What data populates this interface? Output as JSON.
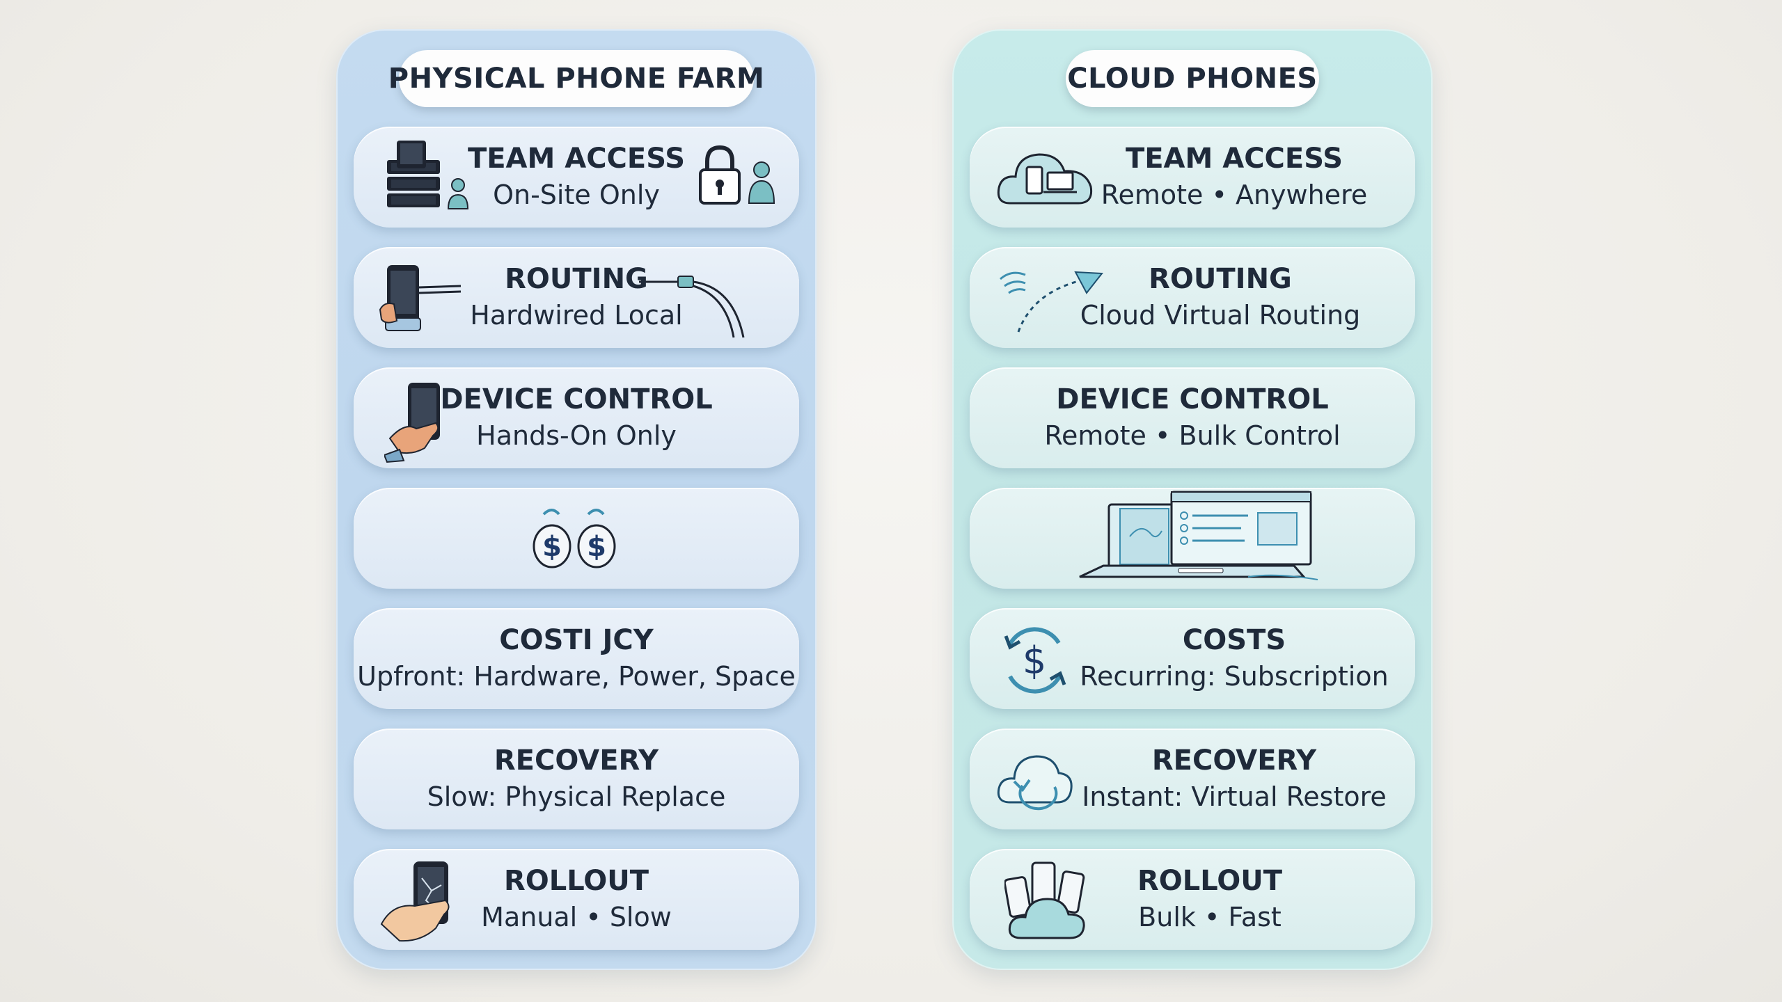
{
  "left": {
    "title": "PHYSICAL PHONE FARM",
    "rows": [
      {
        "title": "TEAM ACCESS",
        "sub": "On-Site Only"
      },
      {
        "title": "ROUTING",
        "sub": "Hardwired Local"
      },
      {
        "title": "DEVICE CONTROL",
        "sub": "Hands-On Only"
      },
      {
        "title": "",
        "sub": ""
      },
      {
        "title": "COSTI JCY",
        "sub": "Upfront: Hardware, Power, Space"
      },
      {
        "title": "RECOVERY",
        "sub": "Slow: Physical Replace"
      },
      {
        "title": "ROLLOUT",
        "sub": "Manual • Slow"
      }
    ]
  },
  "right": {
    "title": "CLOUD PHONES",
    "rows": [
      {
        "title": "TEAM ACCESS",
        "sub": "Remote • Anywhere"
      },
      {
        "title": "ROUTING",
        "sub": "Cloud Virtual Routing"
      },
      {
        "title": "DEVICE CONTROL",
        "sub": "Remote • Bulk Control"
      },
      {
        "title": "",
        "sub": ""
      },
      {
        "title": "COSTS",
        "sub": "Recurring: Subscription"
      },
      {
        "title": "RECOVERY",
        "sub": "Instant: Virtual Restore"
      },
      {
        "title": "ROLLOUT",
        "sub": "Bulk • Fast"
      }
    ]
  },
  "icons": {
    "left": [
      "server-stack-icon",
      "user-icon",
      "padlock-icon",
      "user-icon",
      "phone-in-hand-icon",
      "cable-icon",
      "phone-in-hand-icon",
      "money-bag-icon",
      "money-bag-icon",
      "cracked-phone-icon"
    ],
    "right": [
      "cloud-devices-icon",
      "wireless-routing-icon",
      "laptop-dashboard-icon",
      "dollar-refresh-icon",
      "cloud-restore-icon",
      "phones-cloud-icon"
    ]
  },
  "colors": {
    "left_column": "#c4dbf0",
    "right_column": "#c7ebea",
    "text": "#1f2a3a",
    "accent": "#3d8fb0"
  }
}
